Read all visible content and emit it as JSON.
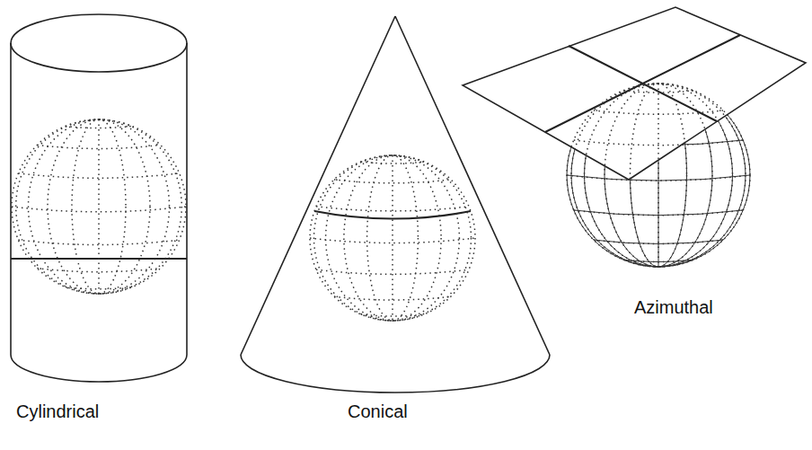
{
  "diagram": {
    "labels": [
      "Cylindrical",
      "Conical",
      "Azimuthal"
    ]
  }
}
